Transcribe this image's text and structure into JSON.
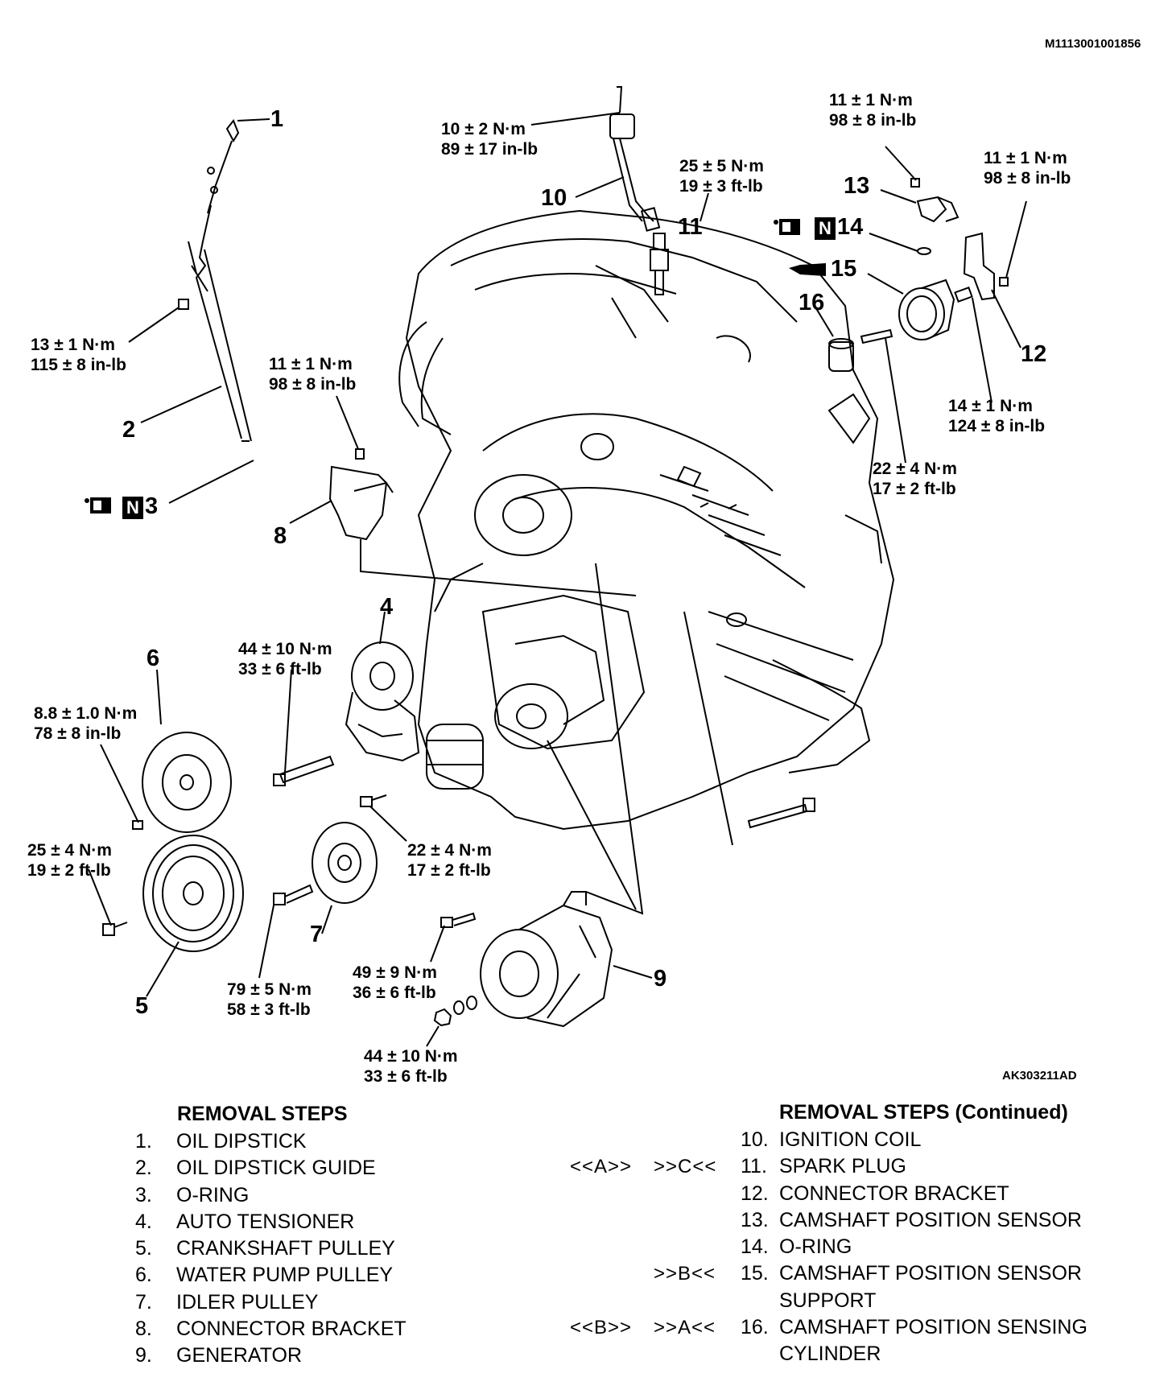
{
  "doc": {
    "figure_id": "M1113001001856",
    "art_id": "AK303211AD"
  },
  "callouts": [
    "1",
    "2",
    "3",
    "4",
    "5",
    "6",
    "7",
    "8",
    "9",
    "10",
    "11",
    "12",
    "13",
    "14",
    "15",
    "16"
  ],
  "nbox_letter": "N",
  "torques": {
    "t1": [
      "13 ± 1 N·m",
      "115 ± 8 in-lb"
    ],
    "t2": [
      "10 ± 2 N·m",
      "89 ± 17 in-lb"
    ],
    "t3": [
      "25 ± 5 N·m",
      "19 ± 3 ft-lb"
    ],
    "t4": [
      "11 ± 1 N·m",
      "98 ± 8 in-lb"
    ],
    "t5": [
      "11 ± 1 N·m",
      "98 ± 8 in-lb"
    ],
    "t6": [
      "11 ± 1 N·m",
      "98 ± 8 in-lb"
    ],
    "t7": [
      "14 ± 1 N·m",
      "124 ± 8 in-lb"
    ],
    "t8": [
      "22 ± 4 N·m",
      "17 ± 2 ft-lb"
    ],
    "t9": [
      "44 ± 10 N·m",
      "33 ± 6 ft-lb"
    ],
    "t10": [
      "8.8 ± 1.0 N·m",
      "78 ± 8 in-lb"
    ],
    "t11": [
      "25 ± 4 N·m",
      "19 ± 2 ft-lb"
    ],
    "t12": [
      "22 ± 4 N·m",
      "17 ± 2 ft-lb"
    ],
    "t13": [
      "79 ± 5 N·m",
      "58 ± 3 ft-lb"
    ],
    "t14": [
      "49 ± 9 N·m",
      "36 ± 6 ft-lb"
    ],
    "t15": [
      "44 ± 10 N·m",
      "33 ± 6 ft-lb"
    ]
  },
  "removal_left": {
    "title": "REMOVAL STEPS",
    "items": [
      {
        "num": "1.",
        "text": "OIL DIPSTICK"
      },
      {
        "num": "2.",
        "text": "OIL DIPSTICK GUIDE"
      },
      {
        "num": "3.",
        "text": "O-RING"
      },
      {
        "num": "4.",
        "text": "AUTO TENSIONER"
      },
      {
        "num": "5.",
        "text": "CRANKSHAFT PULLEY"
      },
      {
        "num": "6.",
        "text": "WATER PUMP PULLEY"
      },
      {
        "num": "7.",
        "text": "IDLER PULLEY"
      },
      {
        "num": "8.",
        "text": "CONNECTOR BRACKET"
      },
      {
        "num": "9.",
        "text": "GENERATOR"
      }
    ]
  },
  "removal_right": {
    "title": "REMOVAL STEPS (Continued)",
    "items": [
      {
        "tag1": "",
        "tag2": "",
        "num": "10.",
        "text": "IGNITION COIL"
      },
      {
        "tag1": "<<A>>",
        "tag2": ">>C<<",
        "num": "11.",
        "text": "SPARK PLUG"
      },
      {
        "tag1": "",
        "tag2": "",
        "num": "12.",
        "text": "CONNECTOR BRACKET"
      },
      {
        "tag1": "",
        "tag2": "",
        "num": "13.",
        "text": "CAMSHAFT POSITION SENSOR"
      },
      {
        "tag1": "",
        "tag2": "",
        "num": "14.",
        "text": "O-RING"
      },
      {
        "tag1": "",
        "tag2": ">>B<<",
        "num": "15.",
        "text": "CAMSHAFT POSITION SENSOR"
      },
      {
        "tag1": "",
        "tag2": "",
        "num": "",
        "text": "SUPPORT"
      },
      {
        "tag1": "<<B>>",
        "tag2": ">>A<<",
        "num": "16.",
        "text": "CAMSHAFT POSITION SENSING"
      },
      {
        "tag1": "",
        "tag2": "",
        "num": "",
        "text": "CYLINDER"
      }
    ]
  }
}
